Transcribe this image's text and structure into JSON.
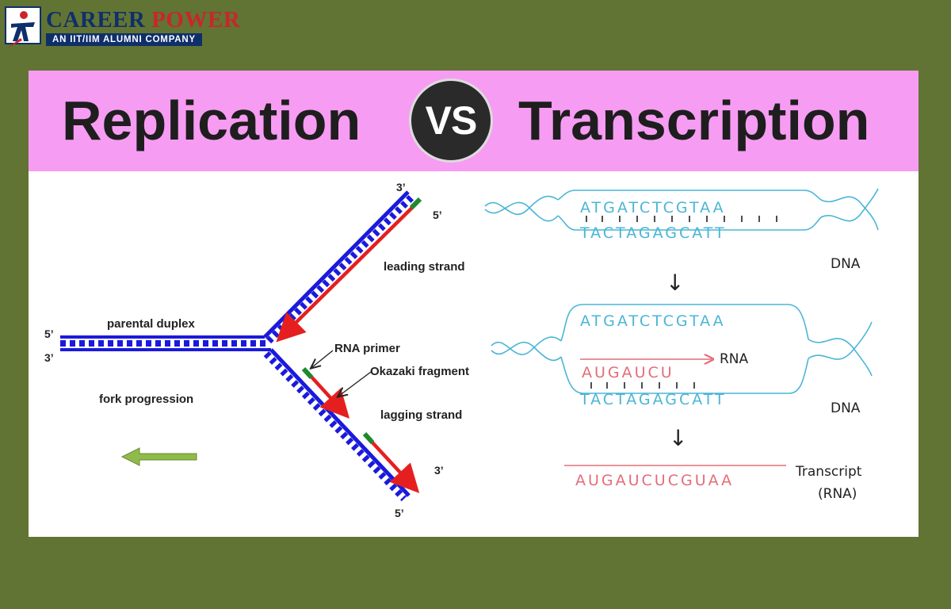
{
  "logo": {
    "career": "CAREER",
    "power": "POWER",
    "tagline": "AN IIT/IIM ALUMNI COMPANY",
    "icon": "person-runner-icon"
  },
  "banner": {
    "left_title": "Replication",
    "vs": "VS",
    "right_title": "Transcription",
    "background": "#f79cf3"
  },
  "replication": {
    "parental_duplex": "parental duplex",
    "fork_progression": "fork progression",
    "leading_strand": "leading strand",
    "rna_primer": "RNA primer",
    "okazaki_fragment": "Okazaki fragment",
    "lagging_strand": "lagging strand",
    "ends": {
      "parent_top": "5’",
      "parent_bottom": "3’",
      "upper_outer": "3’",
      "upper_inner": "5’",
      "lower_inner": "3’",
      "lower_outer": "5’"
    },
    "colors": {
      "template": "#1a1adc",
      "new_strand": "#e51f1f",
      "primer": "#1d8a2e",
      "arrow": "#8fbb4a"
    }
  },
  "transcription": {
    "dna1_top": "ATGATCTCGTAA",
    "dna1_bottom": "TACTAGAGCATT",
    "dna1_label": "DNA",
    "dna2_top": "ATGATCTCGTAA",
    "rna_partial": "AUGAUCU",
    "rna_label": "RNA",
    "dna2_bottom": "TACTAGAGCATT",
    "dna2_label": "DNA",
    "transcript_seq": "AUGAUCUCGUAA",
    "transcript_label_1": "Transcript",
    "transcript_label_2": "(RNA)",
    "colors": {
      "dna": "#4ab6d6",
      "rna": "#e46d78"
    }
  }
}
